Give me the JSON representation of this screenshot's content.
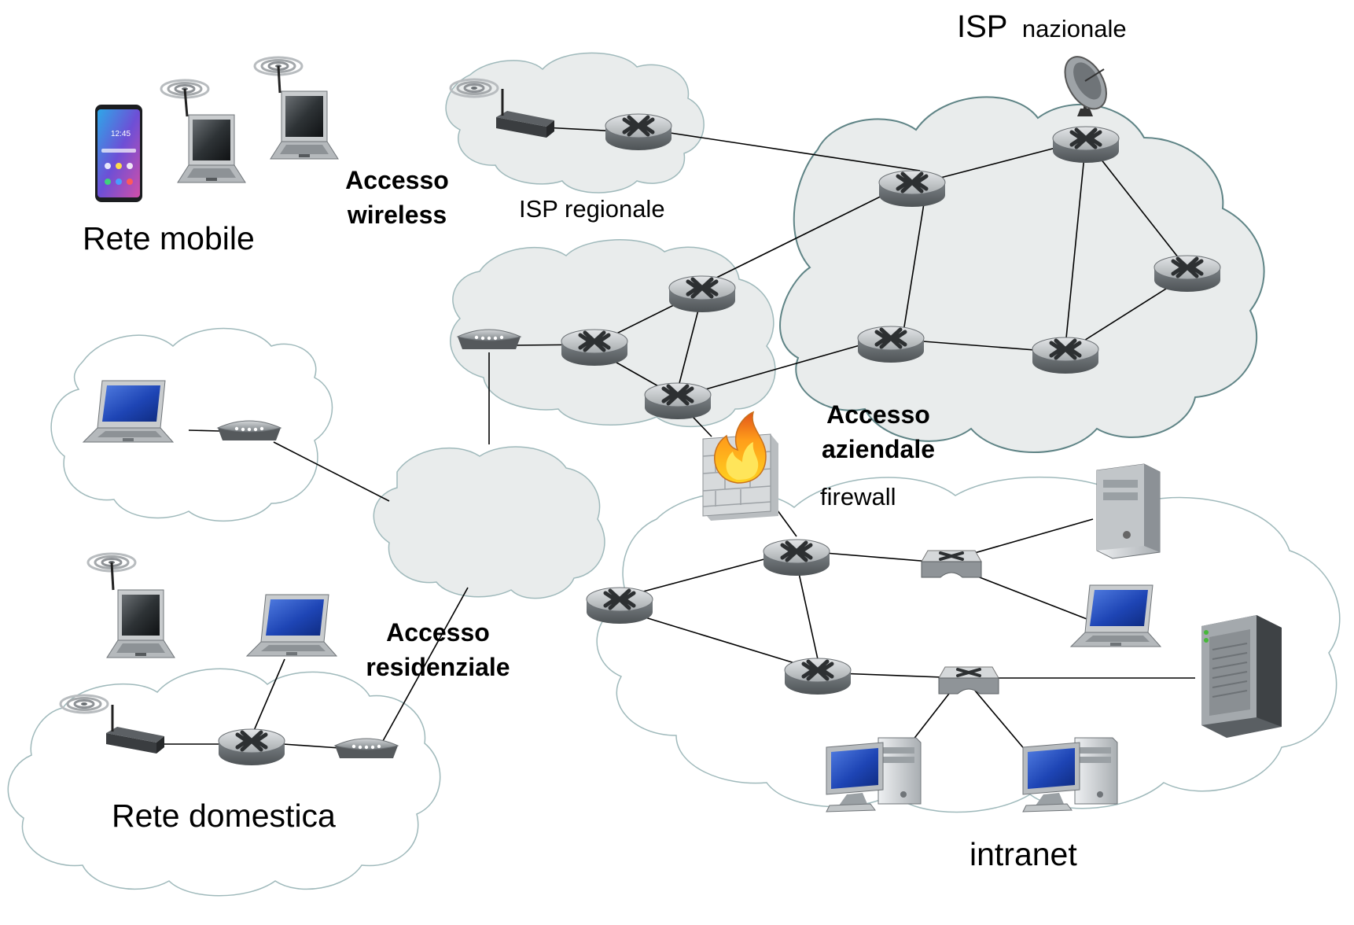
{
  "labels": {
    "isp_nazionale_main": "ISP",
    "isp_nazionale_sub": "nazionale",
    "isp_regionale": "ISP regionale",
    "rete_mobile": "Rete mobile",
    "accesso_wireless_1": "Accesso",
    "accesso_wireless_2": "wireless",
    "accesso_aziendale_1": "Accesso",
    "accesso_aziendale_2": "aziendale",
    "firewall": "firewall",
    "accesso_residenziale_1": "Accesso",
    "accesso_residenziale_2": "residenziale",
    "rete_domestica": "Rete domestica",
    "intranet": "intranet"
  },
  "colors": {
    "cloud_fill": "#e9ecec",
    "cloud_stroke": "#9fb9bb",
    "cloud_stroke_dark": "#5f8486",
    "link": "#000000",
    "router": "#9ea3a6",
    "screen_blue": "#2b57c8"
  },
  "icons": [
    "router-icon",
    "modem-icon",
    "wireless-router-icon",
    "satellite-dish-icon",
    "firewall-icon",
    "switch-icon",
    "server-icon",
    "laptop-icon",
    "desktop-pc-icon",
    "smartphone-icon"
  ]
}
